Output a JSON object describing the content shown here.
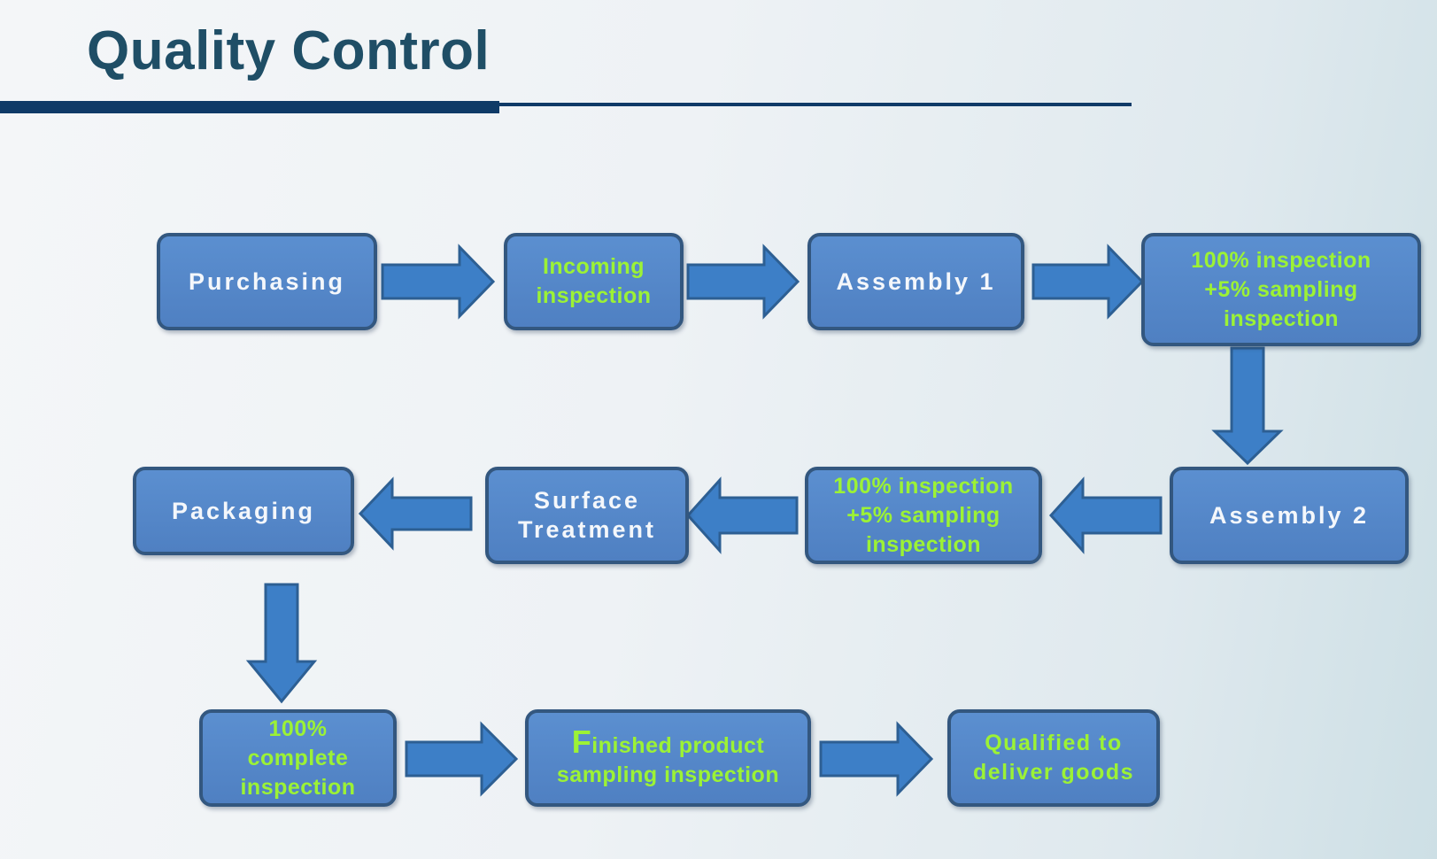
{
  "slide": {
    "title": "Quality Control"
  },
  "colors": {
    "title": "#1f4e66",
    "rule": "#0f3a67",
    "box_fill": "#5283c6",
    "box_border": "#33577f",
    "arrow_fill": "#3d7fc7",
    "arrow_border": "#2d5f93",
    "white_text": "#f4f7fb",
    "green_text": "#9cf235"
  },
  "nodes": {
    "purchasing": "Purchasing",
    "incoming_inspection": "Incoming\ninspection",
    "assembly_1": "Assembly 1",
    "inspection_after_assembly_1": "100% inspection\n+5% sampling\ninspection",
    "assembly_2": "Assembly 2",
    "inspection_after_assembly_2": "100% inspection\n+5% sampling\ninspection",
    "surface_treatment": "Surface\nTreatment",
    "packaging": "Packaging",
    "complete_inspection": "100%\ncomplete\ninspection",
    "finished_product_first_letter": "F",
    "finished_product_rest": "inished product\nsampling inspection",
    "qualified_to_deliver": "Qualified  to\ndeliver goods"
  },
  "flow": [
    [
      "purchasing",
      "incoming_inspection"
    ],
    [
      "incoming_inspection",
      "assembly_1"
    ],
    [
      "assembly_1",
      "inspection_after_assembly_1"
    ],
    [
      "inspection_after_assembly_1",
      "assembly_2"
    ],
    [
      "assembly_2",
      "inspection_after_assembly_2"
    ],
    [
      "inspection_after_assembly_2",
      "surface_treatment"
    ],
    [
      "surface_treatment",
      "packaging"
    ],
    [
      "packaging",
      "complete_inspection"
    ],
    [
      "complete_inspection",
      "finished_product"
    ],
    [
      "finished_product",
      "qualified_to_deliver"
    ]
  ]
}
